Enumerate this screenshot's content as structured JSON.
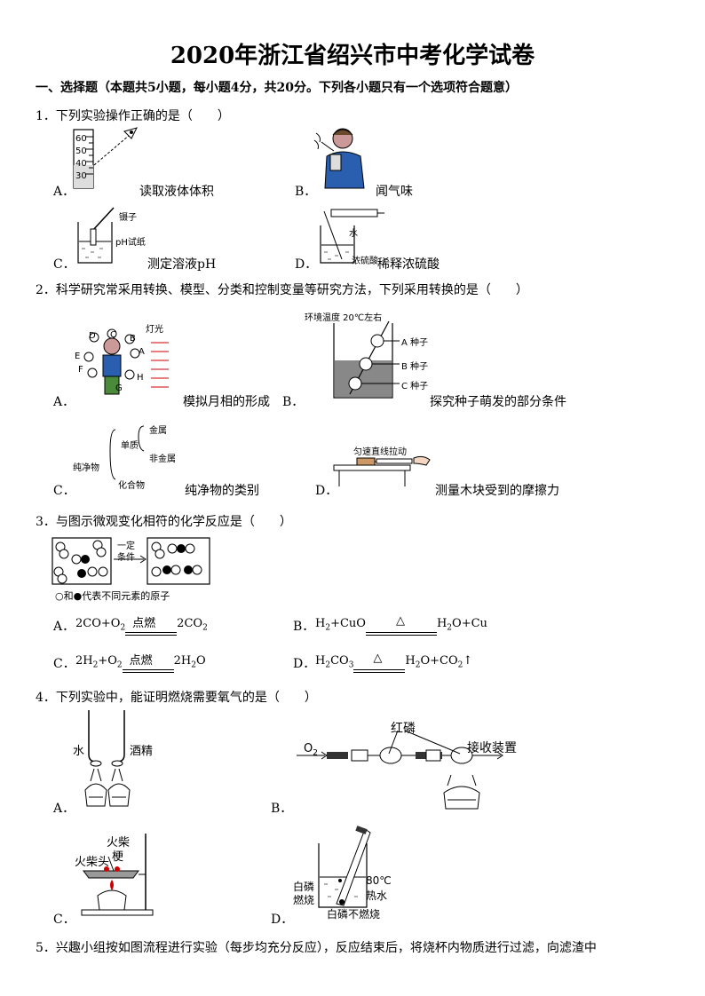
{
  "title": "2020年浙江省绍兴市中考化学试卷",
  "section1": "一、选择题（本题共5小题，每小题4分，共20分。下列各小题只有一个选项符合题意）",
  "q1": {
    "stem": "1．下列实验操作正确的是（　　）",
    "A": {
      "letter": "A．",
      "caption": "读取液体体积",
      "ticks": [
        "60",
        "50",
        "40",
        "30"
      ]
    },
    "B": {
      "letter": "B．",
      "caption": "闻气味"
    },
    "C": {
      "letter": "C．",
      "caption": "测定溶液pH",
      "labels": [
        "镊子",
        "pH试纸"
      ]
    },
    "D": {
      "letter": "D．",
      "caption": "稀释浓硫酸",
      "labels": [
        "水",
        "浓硫酸"
      ]
    }
  },
  "q2": {
    "stem": "2．科学研究常采用转换、模型、分类和控制变量等研究方法，下列采用转换的是（　　）",
    "A": {
      "letter": "A．",
      "caption": "模拟月相的形成",
      "labels": [
        "灯光",
        "D",
        "C",
        "B",
        "A",
        "E",
        "F",
        "G",
        "H"
      ]
    },
    "B": {
      "letter": "B．",
      "caption": "探究种子萌发的部分条件",
      "labels": [
        "环境温度 20℃左右",
        "A 种子",
        "B 种子",
        "C 种子"
      ]
    },
    "C": {
      "letter": "C．",
      "caption": "纯净物的类别",
      "labels": [
        "纯净物",
        "单质",
        "金属",
        "非金属",
        "化合物"
      ]
    },
    "D": {
      "letter": "D．",
      "caption": "测量木块受到的摩擦力",
      "labels": [
        "匀速直线拉动"
      ]
    }
  },
  "q3": {
    "stem": "3．与图示微观变化相符的化学反应是（　　）",
    "arrow_top": "一定",
    "arrow_bottom": "条件",
    "legend": "○和●代表不同元素的原子",
    "A": {
      "letter": "A．",
      "lhs": "2CO+O",
      "sub": "2",
      "cond": "点燃",
      "rhs": "2CO",
      "rsub": "2"
    },
    "B": {
      "letter": "B．",
      "lhs": "H",
      "sub": "2",
      "lhs2": "+CuO",
      "cond": "△",
      "rhs": "H",
      "rsub": "2",
      "rhs2": "O+Cu"
    },
    "C": {
      "letter": "C．",
      "lhs": "2H",
      "sub": "2",
      "lhs2": "+O",
      "sub2": "2",
      "cond": "点燃",
      "rhs": "2H",
      "rsub": "2",
      "rhs2": "O"
    },
    "D": {
      "letter": "D．",
      "lhs": "H",
      "sub": "2",
      "lhs2": "CO",
      "sub2": "3",
      "cond": "△",
      "rhs": "H",
      "rsub": "2",
      "rhs2": "O+CO",
      "rsub2": "2",
      "tail": "↑"
    }
  },
  "q4": {
    "stem": "4．下列实验中，能证明燃烧需要氧气的是（　　）",
    "A": {
      "letter": "A．",
      "labels": [
        "水",
        "酒精"
      ]
    },
    "B": {
      "letter": "B．",
      "labels": [
        "O",
        "2",
        "红磷",
        "接收装置"
      ]
    },
    "C": {
      "letter": "C．",
      "labels": [
        "火柴",
        "梗",
        "火柴头"
      ]
    },
    "D": {
      "letter": "D．",
      "labels": [
        "白磷",
        "燃烧",
        "80℃",
        "热水",
        "白磷不燃烧"
      ]
    }
  },
  "q5": {
    "stem": "5．兴趣小组按如图流程进行实验（每步均充分反应），反应结束后，将烧杯内物质进行过滤，向滤渣中"
  }
}
